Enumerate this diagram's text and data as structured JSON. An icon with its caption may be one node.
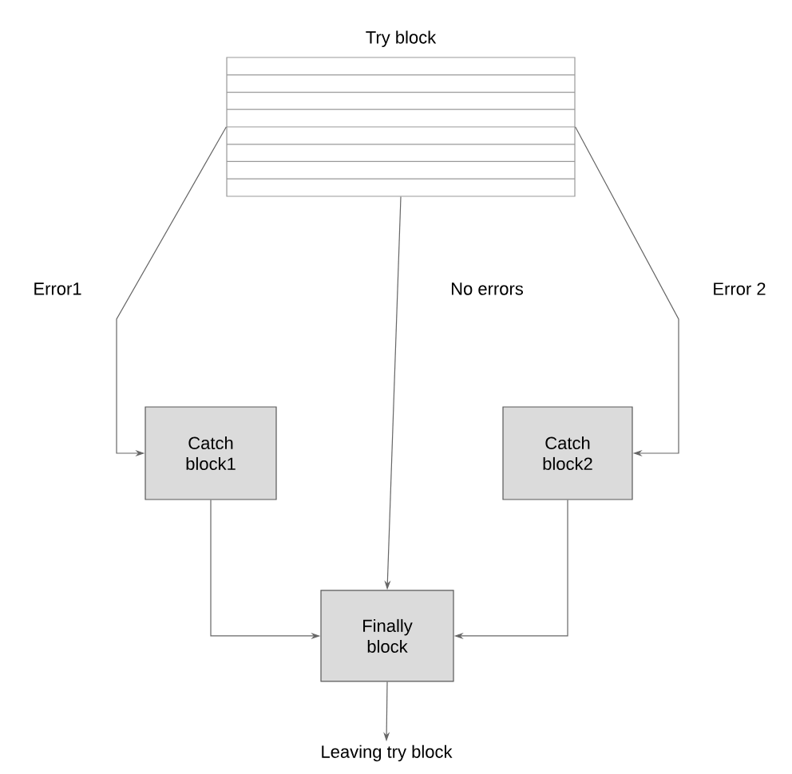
{
  "diagram": {
    "nodes": [
      {
        "text": [
          "Try block"
        ]
      },
      {
        "text": [
          "Catch block1"
        ]
      },
      {
        "text": [
          "Catch block2"
        ]
      },
      {
        "text": [
          "Finally block"
        ]
      },
      {
        "text": [
          "Leaving try block"
        ]
      }
    ],
    "edges": [
      {
        "from": 0,
        "to": 1,
        "arrow": "to",
        "label": "Error1"
      },
      {
        "from": 0,
        "to": 3,
        "arrow": "to",
        "label": "No errors"
      },
      {
        "from": 0,
        "to": 2,
        "arrow": "to",
        "label": "Error 2"
      },
      {
        "from": 1,
        "to": 3,
        "arrow": "to"
      },
      {
        "from": 2,
        "to": 3,
        "arrow": "to"
      },
      {
        "from": 3,
        "to": 4,
        "arrow": "to"
      }
    ]
  }
}
